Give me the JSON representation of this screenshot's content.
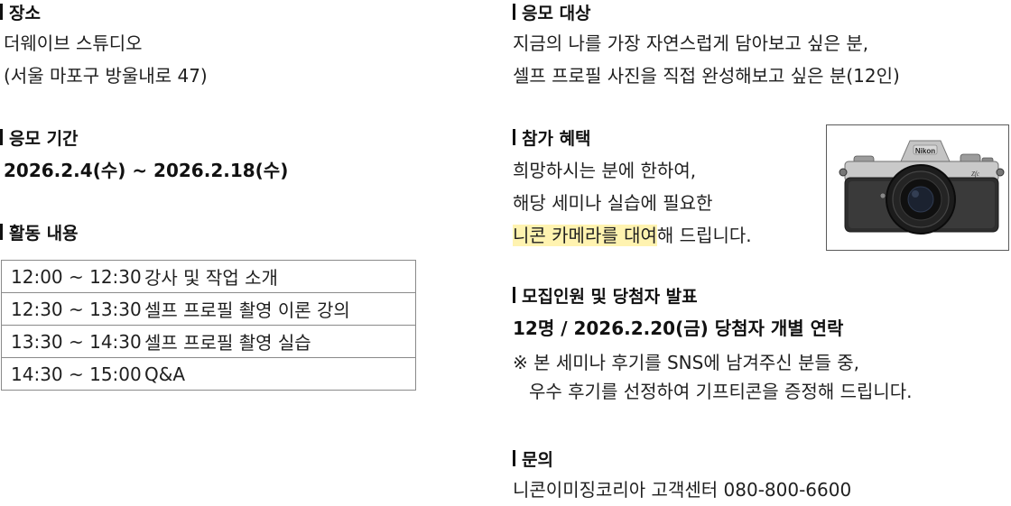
{
  "location": {
    "heading": "장소",
    "lines": [
      "더웨이브 스튜디오",
      "(서울 마포구 방울내로 47)"
    ]
  },
  "period": {
    "heading": "응모 기간",
    "dates": "2026.2.4(수) ~ 2026.2.18(수)"
  },
  "activities": {
    "heading": "활동 내용",
    "rows": [
      {
        "time": "12:00 ~ 12:30",
        "desc": "강사 및 작업 소개"
      },
      {
        "time": "12:30 ~ 13:30",
        "desc": "셀프 프로필 촬영 이론 강의"
      },
      {
        "time": "13:30 ~ 14:30",
        "desc": "셀프 프로필 촬영 실습"
      },
      {
        "time": "14:30 ~ 15:00",
        "desc": "Q&A"
      }
    ]
  },
  "target": {
    "heading": "응모 대상",
    "lines": [
      "지금의 나를 가장 자연스럽게 담아보고 싶은 분,",
      "셀프 프로필 사진을 직접 완성해보고 싶은 분(12인)"
    ]
  },
  "benefit": {
    "heading": "참가 혜택",
    "line1": "희망하시는 분에 한하여,",
    "line2": "해당 세미나 실습에 필요한",
    "line3_highlight": "니콘 카메라를 대여",
    "line3_rest": "해 드립니다."
  },
  "camera": {
    "brand_text": "Nikon",
    "model_text": "Zfc",
    "accent_colors": {
      "body": "#b8b8b8",
      "leather": "#2e2e2e",
      "lens": "#151515"
    },
    "icon": "camera-icon"
  },
  "announcement": {
    "heading": "모집인원 및 당첨자 발표",
    "summary": "12명 / 2026.2.20(금) 당첨자 개별 연락",
    "note_line1": "※ 본 세미나 후기를 SNS에 남겨주신 분들 중,",
    "note_line2": "우수 후기를 선정하여 기프티콘을 증정해 드립니다."
  },
  "inquiry": {
    "heading": "문의",
    "contact": "니콘이미징코리아 고객센터 080-800-6600"
  },
  "colors": {
    "highlight": "#fff3b0",
    "text": "#1a1a1a",
    "table_border": "#8a8a8a"
  }
}
